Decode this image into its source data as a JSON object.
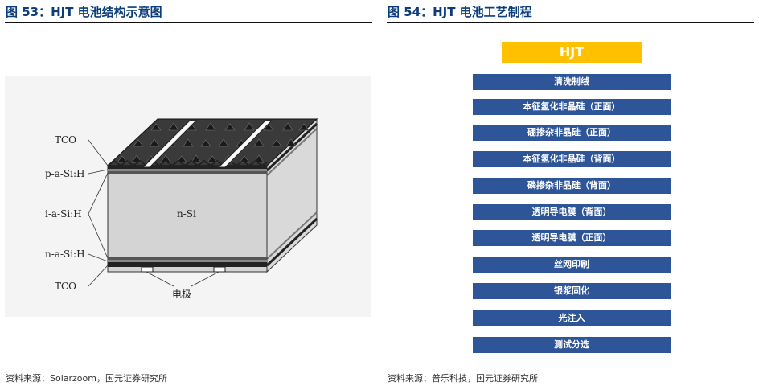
{
  "left": {
    "title": "图 53：HJT 电池结构示意图",
    "source": "资料来源：Solarzoom，国元证券研究所",
    "diagram": {
      "labels": {
        "tco_top": "TCO",
        "p_layer": "p-a-Si:H",
        "i_layer": "i-a-Si:H",
        "n_layer": "n-a-Si:H",
        "tco_bottom": "TCO",
        "n_si": "n-Si",
        "electrode": "电极"
      }
    }
  },
  "right": {
    "title": "图 54：HJT 电池工艺制程",
    "source": "资料来源：普乐科技，国元证券研究所",
    "header": "HJT",
    "steps": [
      "清洗制绒",
      "本征氢化非晶硅（正面）",
      "硼掺杂非晶硅（正面）",
      "本征氢化非晶硅（背面）",
      "磷掺杂非晶硅（背面）",
      "透明导电膜（背面）",
      "透明导电膜（正面）",
      "丝网印刷",
      "银浆固化",
      "光注入",
      "测试分选"
    ]
  },
  "colors": {
    "title": "#0b3d7a",
    "step_fill": "#2e5597",
    "header_fill": "#ffc000"
  }
}
